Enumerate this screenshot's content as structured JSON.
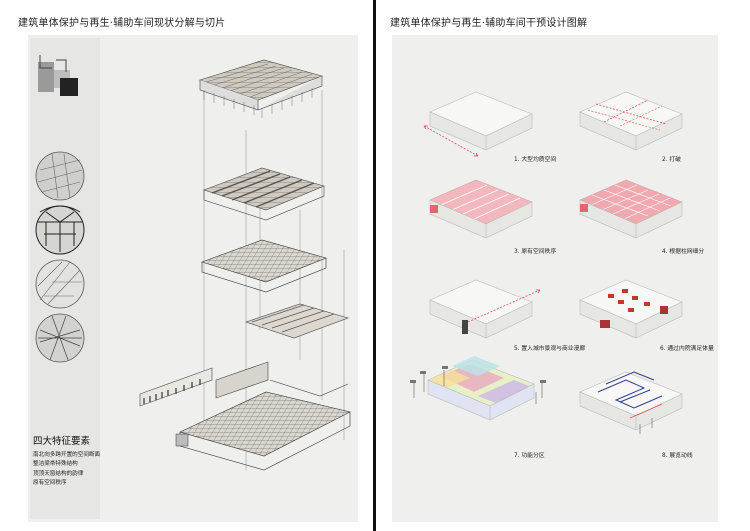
{
  "left_title": "建筑单体保护与再生·辅助车间现状分解与切片",
  "right_title": "建筑单体保护与再生·辅助车间干预设计图解",
  "features": {
    "heading": "四大特征要素",
    "lines": [
      "南北向多跨开置的空间断面",
      "整洁梁帚特殊结构",
      "顶顶天窗结构的韵律",
      "原有空间秩序"
    ]
  },
  "steps": [
    "1. 大型均质空间",
    "2. 打破",
    "3. 原有空间秩序",
    "4. 根据柱网细分",
    "5. 置入城市景观与商业漫廊",
    "6. 通过内院满足体量",
    "7. 功能分区",
    "8. 展览动线"
  ],
  "colors": {
    "accent_red": "#d9534f",
    "pink": "#f2b8bd",
    "paper": "#efefed"
  }
}
